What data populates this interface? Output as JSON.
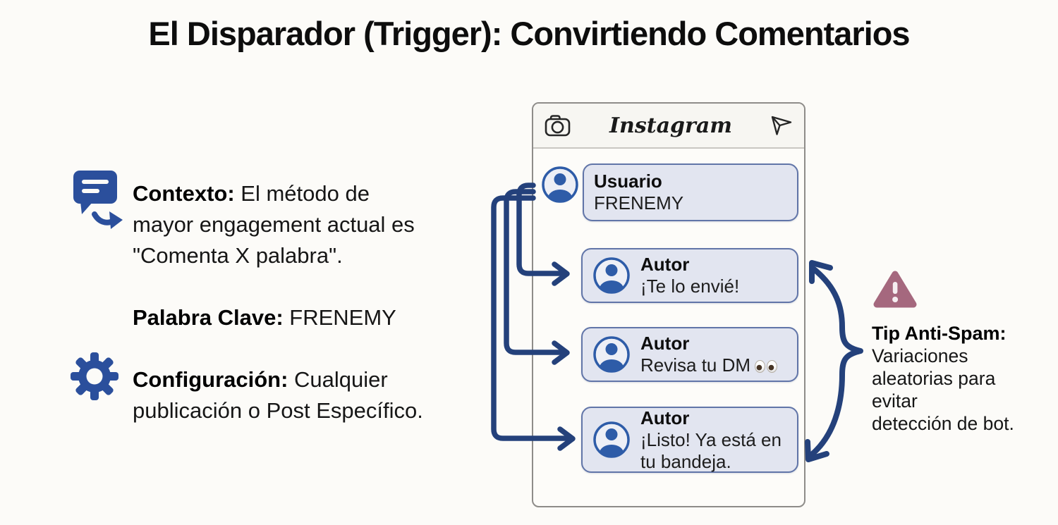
{
  "title": "El Disparador (Trigger): Convirtiendo Comentarios",
  "left_panel": {
    "context": {
      "icon": "comment-arrow-icon",
      "label": "Contexto:",
      "text": "El método de\nmayor engagement actual es\n\"Comenta X palabra\"."
    },
    "keyword": {
      "label": "Palabra Clave:",
      "text": "FRENEMY"
    },
    "config": {
      "icon": "gear-icon",
      "label": "Configuración:",
      "text": "Cualquier\npublicación o Post Específico."
    }
  },
  "phone": {
    "app_name": "Instagram",
    "header_icons": [
      "camera-icon",
      "send-icon"
    ],
    "messages": [
      {
        "sender": "Usuario",
        "text": "FRENEMY"
      },
      {
        "sender": "Autor",
        "text": "¡Te lo envié!"
      },
      {
        "sender": "Autor",
        "text": "Revisa tu DM",
        "emoji": "👀"
      },
      {
        "sender": "Autor",
        "text": "¡Listo! Ya está en\ntu bandeja."
      }
    ]
  },
  "tip": {
    "icon": "warning-triangle-icon",
    "label": "Tip Anti-Spam:",
    "text": "Variaciones\naleatorias para\nevitar\ndetección de bot."
  },
  "colors": {
    "accent_blue": "#2b4f9c",
    "arrow_navy": "#24417b",
    "bubble_fill": "#e2e5f0",
    "bubble_border": "#6175a8",
    "warning_mauve": "#a5687e",
    "background": "#fcfbf8"
  }
}
